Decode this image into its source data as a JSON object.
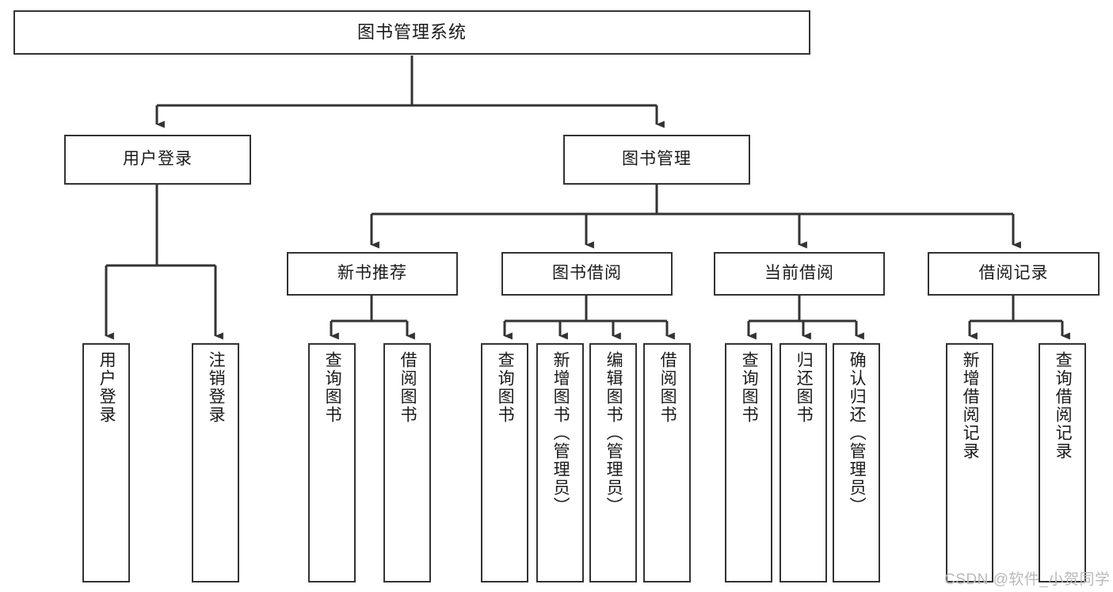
{
  "diagram": {
    "title": "图书管理系统",
    "type": "hierarchy-tree",
    "orientation": "top-down",
    "colors": {
      "box_border": "#333333",
      "box_fill": "#ffffff",
      "connector": "#333333",
      "text": "#1a1a1a",
      "watermark": "#b9b9b9"
    },
    "nodes": {
      "root": {
        "label": "图书管理系统"
      },
      "level2": [
        {
          "id": "user-login",
          "label": "用户登录"
        },
        {
          "id": "book-manage",
          "label": "图书管理"
        }
      ],
      "level3": [
        {
          "id": "new-book-rec",
          "label": "新书推荐"
        },
        {
          "id": "book-borrow",
          "label": "图书借阅"
        },
        {
          "id": "current-borrow",
          "label": "当前借阅"
        },
        {
          "id": "borrow-record",
          "label": "借阅记录"
        }
      ],
      "leaves": {
        "user-login": [
          {
            "id": "leaf-user-login",
            "label": "用户登录"
          },
          {
            "id": "leaf-logout-login",
            "label": "注销登录"
          }
        ],
        "new-book-rec": [
          {
            "id": "leaf-query-book-1",
            "label": "查询图书"
          },
          {
            "id": "leaf-borrow-book-1",
            "label": "借阅图书"
          }
        ],
        "book-borrow": [
          {
            "id": "leaf-query-book-2",
            "label": "查询图书"
          },
          {
            "id": "leaf-add-book",
            "label": "新增图书（管理员）"
          },
          {
            "id": "leaf-edit-book",
            "label": "编辑图书（管理员）"
          },
          {
            "id": "leaf-borrow-book-2",
            "label": "借阅图书"
          }
        ],
        "current-borrow": [
          {
            "id": "leaf-query-book-3",
            "label": "查询图书"
          },
          {
            "id": "leaf-return-book",
            "label": "归还图书"
          },
          {
            "id": "leaf-confirm-return",
            "label": "确认归还（管理员）"
          }
        ],
        "borrow-record": [
          {
            "id": "leaf-add-record",
            "label": "新增借阅记录"
          },
          {
            "id": "leaf-query-record",
            "label": "查询借阅记录"
          }
        ]
      }
    }
  },
  "watermark": {
    "text": "CSDN @软件_小贺同学"
  }
}
